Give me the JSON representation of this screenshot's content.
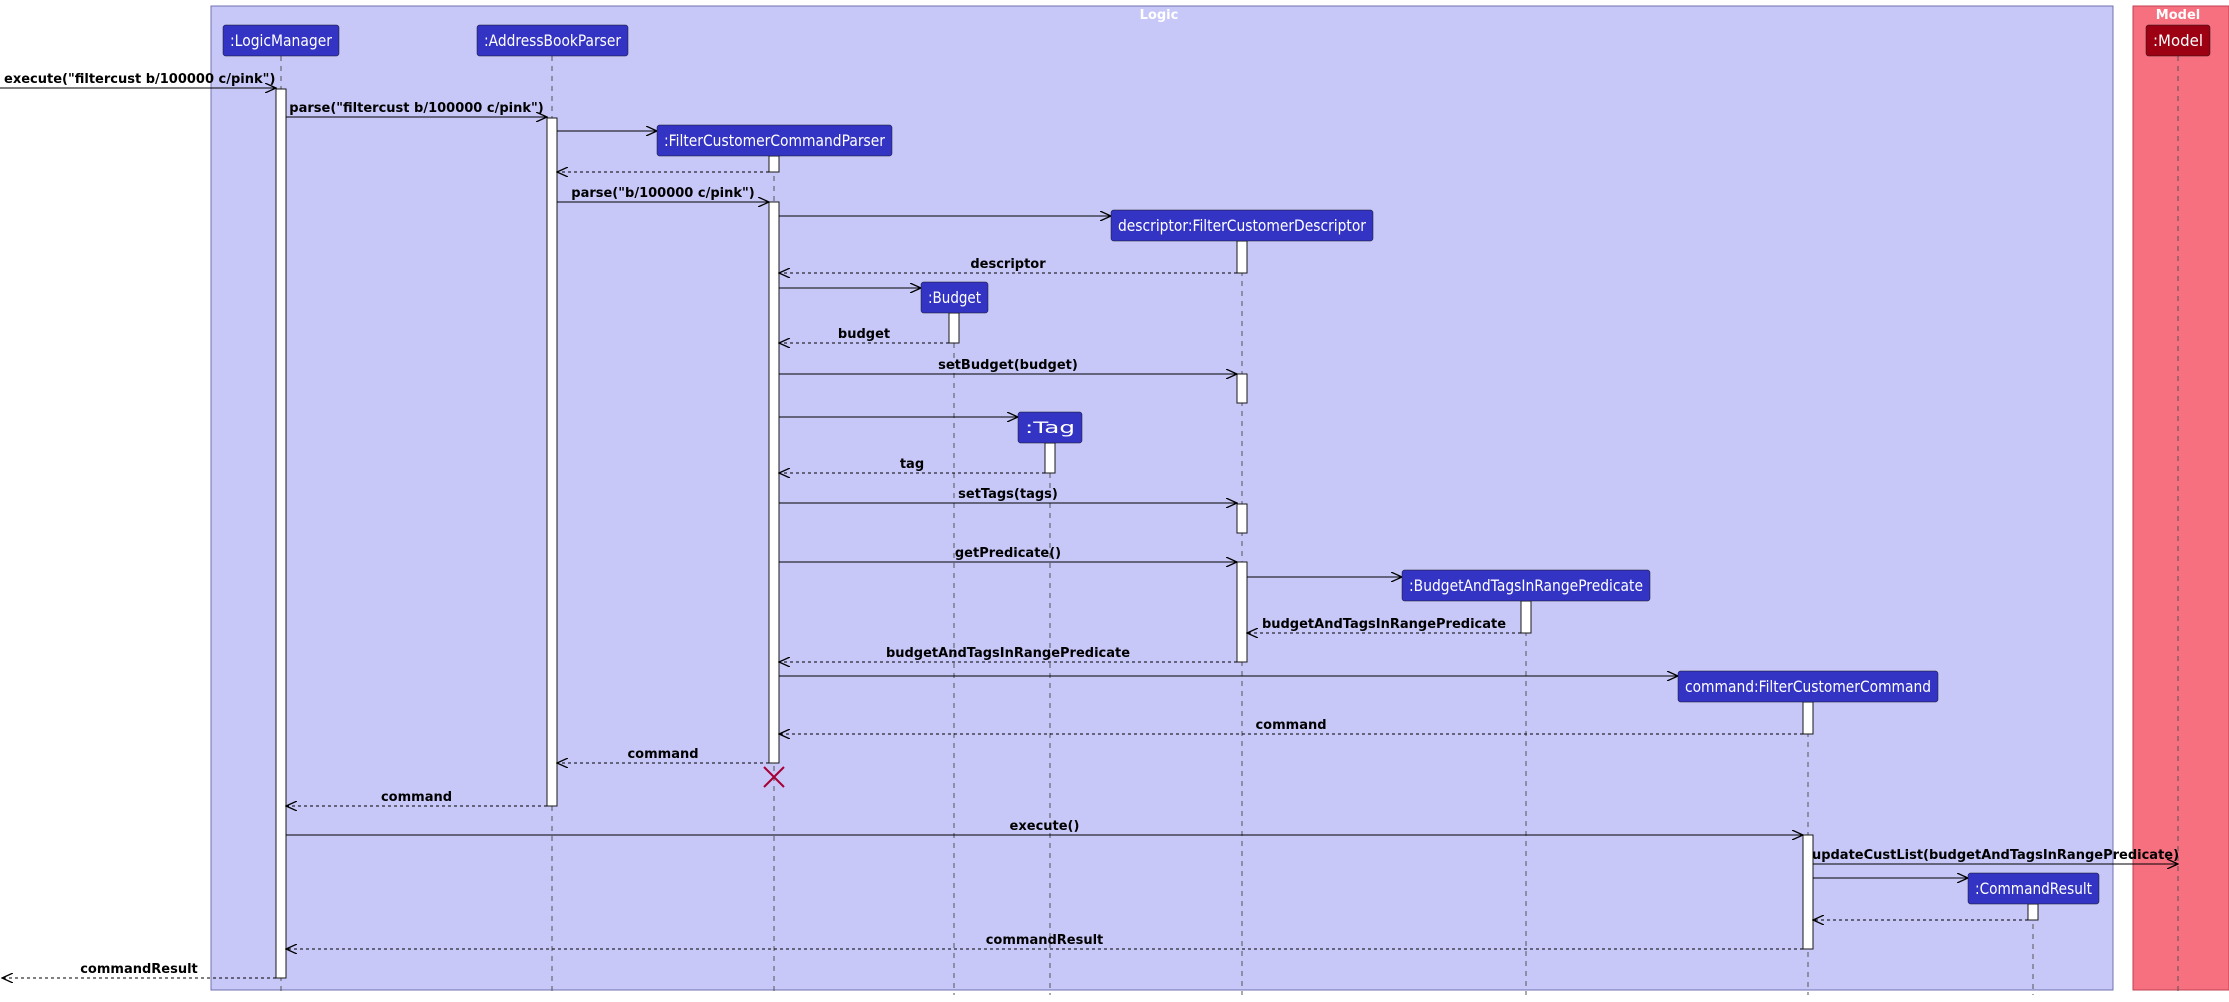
{
  "colors": {
    "logic_frame_fill": "#C8C8F8",
    "logic_frame_stroke": "#7070B0",
    "model_frame_fill": "#F7707F",
    "model_frame_stroke": "#C04050",
    "participant_fill": "#3333C4",
    "model_participant_fill": "#9D0012",
    "arrow": "#000000",
    "destroy_mark": "#A80036"
  },
  "frames": {
    "logic": {
      "title": "Logic"
    },
    "model": {
      "title": "Model"
    }
  },
  "participants": [
    {
      "id": "logic_manager",
      "label": ":LogicManager",
      "created": false
    },
    {
      "id": "address_book_parser",
      "label": ":AddressBookParser",
      "created": false
    },
    {
      "id": "filter_customer_command_parser",
      "label": ":FilterCustomerCommandParser",
      "created": true
    },
    {
      "id": "budget",
      "label": ":Budget",
      "created": true
    },
    {
      "id": "tag",
      "label": ":Tag",
      "created": true
    },
    {
      "id": "descriptor",
      "label": "descriptor:FilterCustomerDescriptor",
      "created": true
    },
    {
      "id": "predicate",
      "label": ":BudgetAndTagsInRangePredicate",
      "created": true
    },
    {
      "id": "command",
      "label": "command:FilterCustomerCommand",
      "created": true
    },
    {
      "id": "command_result",
      "label": ":CommandResult",
      "created": true
    },
    {
      "id": "model",
      "label": ":Model",
      "created": false
    }
  ],
  "messages": [
    {
      "from": "external_left",
      "to": "logic_manager",
      "label": "execute(\"filtercust b/100000 c/pink\")",
      "kind": "sync"
    },
    {
      "from": "logic_manager",
      "to": "address_book_parser",
      "label": "parse(\"filtercust b/100000 c/pink\")",
      "kind": "sync"
    },
    {
      "from": "address_book_parser",
      "to": "filter_customer_command_parser",
      "label": "",
      "kind": "create"
    },
    {
      "from": "filter_customer_command_parser",
      "to": "address_book_parser",
      "label": "",
      "kind": "return"
    },
    {
      "from": "address_book_parser",
      "to": "filter_customer_command_parser",
      "label": "parse(\"b/100000 c/pink\")",
      "kind": "sync"
    },
    {
      "from": "filter_customer_command_parser",
      "to": "descriptor",
      "label": "",
      "kind": "create"
    },
    {
      "from": "descriptor",
      "to": "filter_customer_command_parser",
      "label": "descriptor",
      "kind": "return"
    },
    {
      "from": "filter_customer_command_parser",
      "to": "budget",
      "label": "",
      "kind": "create"
    },
    {
      "from": "budget",
      "to": "filter_customer_command_parser",
      "label": "budget",
      "kind": "return"
    },
    {
      "from": "filter_customer_command_parser",
      "to": "descriptor",
      "label": "setBudget(budget)",
      "kind": "sync"
    },
    {
      "from": "filter_customer_command_parser",
      "to": "tag",
      "label": "",
      "kind": "create"
    },
    {
      "from": "tag",
      "to": "filter_customer_command_parser",
      "label": "tag",
      "kind": "return"
    },
    {
      "from": "filter_customer_command_parser",
      "to": "descriptor",
      "label": "setTags(tags)",
      "kind": "sync"
    },
    {
      "from": "filter_customer_command_parser",
      "to": "descriptor",
      "label": "getPredicate()",
      "kind": "sync"
    },
    {
      "from": "descriptor",
      "to": "predicate",
      "label": "",
      "kind": "create"
    },
    {
      "from": "predicate",
      "to": "descriptor",
      "label": "budgetAndTagsInRangePredicate",
      "kind": "return"
    },
    {
      "from": "descriptor",
      "to": "filter_customer_command_parser",
      "label": "budgetAndTagsInRangePredicate",
      "kind": "return"
    },
    {
      "from": "filter_customer_command_parser",
      "to": "command",
      "label": "",
      "kind": "create"
    },
    {
      "from": "command",
      "to": "filter_customer_command_parser",
      "label": "command",
      "kind": "return"
    },
    {
      "from": "filter_customer_command_parser",
      "to": "address_book_parser",
      "label": "command",
      "kind": "return"
    },
    {
      "from": "address_book_parser",
      "to": "logic_manager",
      "label": "command",
      "kind": "return"
    },
    {
      "from": "logic_manager",
      "to": "command",
      "label": "execute()",
      "kind": "sync"
    },
    {
      "from": "command",
      "to": "model",
      "label": "updateCustList(budgetAndTagsInRangePredicate)",
      "kind": "sync"
    },
    {
      "from": "command",
      "to": "command_result",
      "label": "",
      "kind": "create"
    },
    {
      "from": "command_result",
      "to": "command",
      "label": "",
      "kind": "return"
    },
    {
      "from": "command",
      "to": "logic_manager",
      "label": "commandResult",
      "kind": "return"
    },
    {
      "from": "logic_manager",
      "to": "external_left",
      "label": "commandResult",
      "kind": "return"
    }
  ],
  "destroyed": [
    "filter_customer_command_parser"
  ]
}
